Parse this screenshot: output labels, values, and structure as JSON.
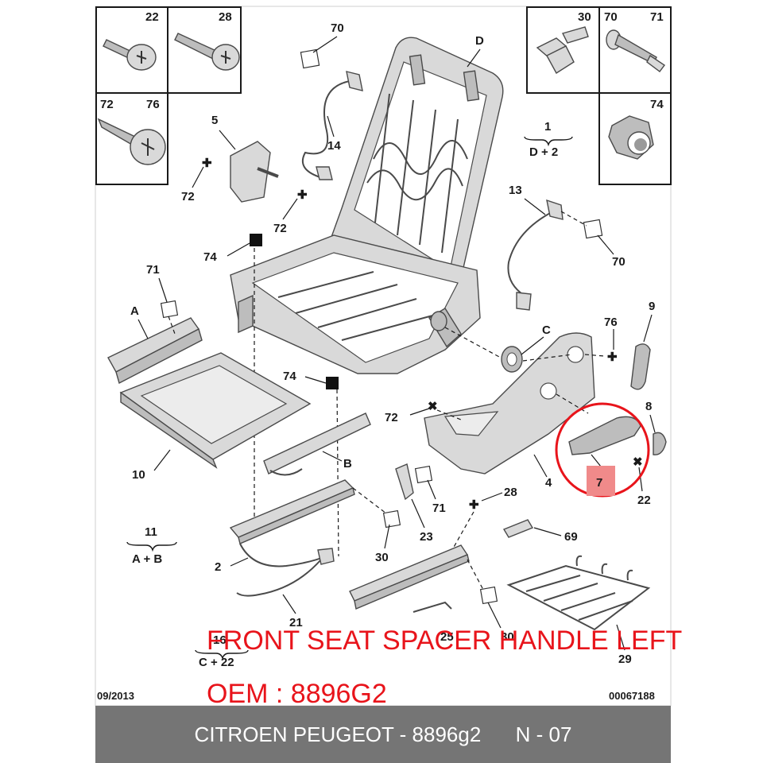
{
  "callouts": {
    "c22": "22",
    "c28": "28",
    "c72": "72",
    "c76": "76",
    "c30": "30",
    "c70": "70",
    "c71": "71",
    "c74": "74",
    "n70a": "70",
    "nD": "D",
    "n14": "14",
    "n5": "5",
    "n72a": "72",
    "n72b": "72",
    "n1": "1",
    "n1sub": "D + 2",
    "n13": "13",
    "n70b": "70",
    "n74a": "74",
    "n71": "71",
    "nA": "A",
    "n9": "9",
    "n76": "76",
    "nC": "C",
    "n74b": "74",
    "n72c": "72",
    "n8": "8",
    "n10": "10",
    "nB": "B",
    "n7": "7",
    "n22": "22",
    "n4": "4",
    "n28": "28",
    "n71b": "71",
    "n23": "23",
    "n11": "11",
    "n11sub": "A + B",
    "n2": "2",
    "n30": "30",
    "n69": "69",
    "n21": "21",
    "n16": "16",
    "n16sub": "C + 22",
    "n29": "29",
    "n25": "25",
    "n30b": "30"
  },
  "date_code": "09/2013",
  "doc_number": "00067188",
  "overlay": {
    "title": "FRONT SEAT SPACER HANDLE LEFT",
    "oem": "OEM : 8896G2"
  },
  "footer": {
    "brand_ref": "CITROEN PEUGEOT - 8896g2",
    "page_ref": "N - 07"
  },
  "highlight_color": "#e8141b",
  "highlight_fill": "#f08a8a"
}
